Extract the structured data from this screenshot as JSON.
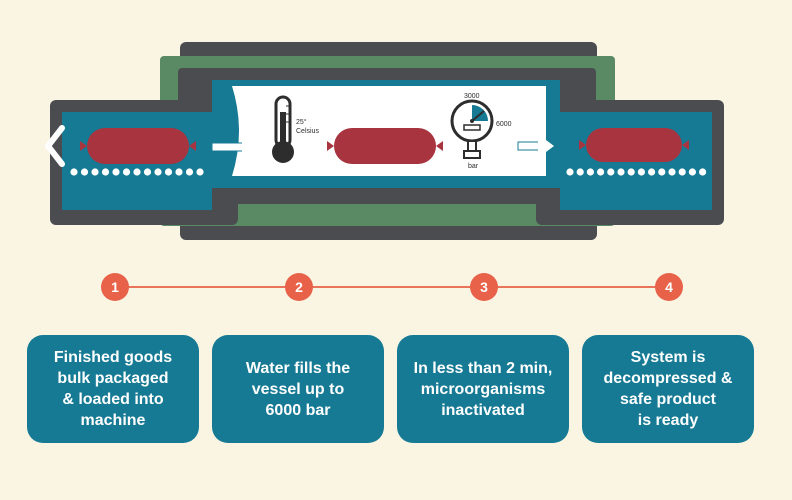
{
  "gauge": {
    "label_top": "3000",
    "label_right": "6000",
    "unit": "bar"
  },
  "thermometer": {
    "value": "25°",
    "unit": "Celsius"
  },
  "steps": [
    {
      "number": "1",
      "text": "Finished goods\nbulk packaged\n& loaded into\nmachine"
    },
    {
      "number": "2",
      "text": "Water fills the\nvessel up to\n6000 bar"
    },
    {
      "number": "3",
      "text": "In less than 2 min,\nmicroorganisms\ninactivated"
    },
    {
      "number": "4",
      "text": "System is\ndecompressed &\nsafe product\nis ready"
    }
  ],
  "colors": {
    "background": "#faf5e3",
    "card": "#167a94",
    "accent": "#e8624a",
    "sausage": "#a83440",
    "vessel_dark": "#4a4c50",
    "vessel_green": "#5a8a64",
    "conveyor": "#167a94"
  },
  "icons": {
    "prev": "chevron-left-icon",
    "arrow": "arrow-right-icon",
    "thermometer": "thermometer-icon",
    "gauge": "pressure-gauge-icon"
  }
}
